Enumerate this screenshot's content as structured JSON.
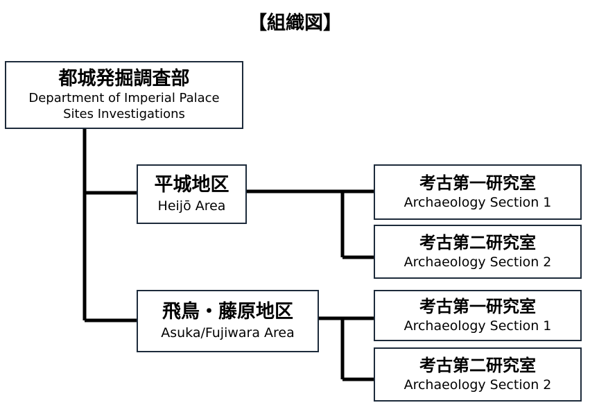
{
  "title": "【組織図】",
  "department": {
    "name_jp": "都城発掘調査部",
    "name_en_line1": "Department of Imperial Palace",
    "name_en_line2": "Sites Investigations"
  },
  "areas": [
    {
      "name_jp": "平城地区",
      "name_en": "Heijō Area",
      "sections": [
        {
          "name_jp": "考古第一研究室",
          "name_en": "Archaeology Section 1"
        },
        {
          "name_jp": "考古第二研究室",
          "name_en": "Archaeology Section 2"
        }
      ]
    },
    {
      "name_jp": "飛鳥・藤原地区",
      "name_en": "Asuka/Fujiwara Area",
      "sections": [
        {
          "name_jp": "考古第一研究室",
          "name_en": "Archaeology Section 1"
        },
        {
          "name_jp": "考古第二研究室",
          "name_en": "Archaeology Section 2"
        }
      ]
    }
  ],
  "colors": {
    "box_border": "#1c2a3a",
    "connector": "#000000",
    "background": "#ffffff"
  }
}
